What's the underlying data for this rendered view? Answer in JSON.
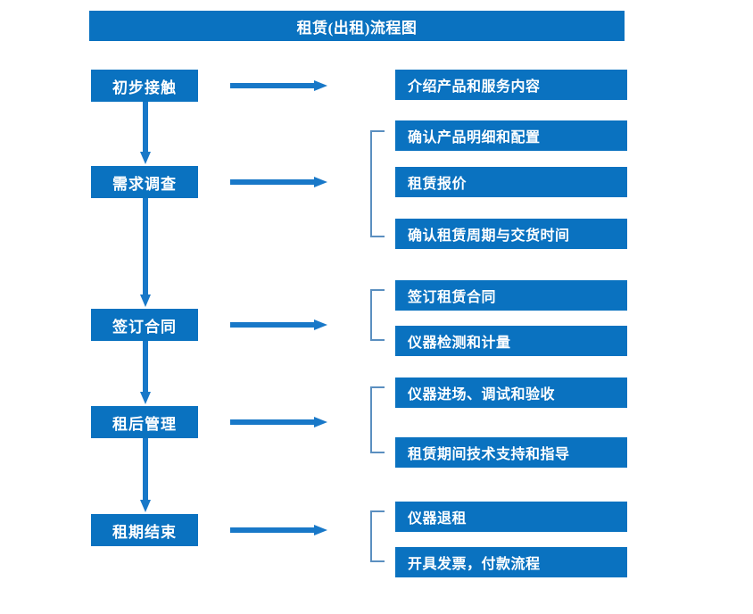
{
  "title": "租赁(出租)流程图",
  "colors": {
    "box_fill": "#0a72c0",
    "box_text": "#ffffff",
    "arrow": "#1878c8",
    "bracket": "#5b8fc0",
    "background": "#ffffff"
  },
  "stages": [
    {
      "label": "初步接触"
    },
    {
      "label": "需求调查"
    },
    {
      "label": "签订合同"
    },
    {
      "label": "租后管理"
    },
    {
      "label": "租期结束"
    }
  ],
  "details": [
    {
      "label": "介绍产品和服务内容"
    },
    {
      "label": "确认产品明细和配置"
    },
    {
      "label": "租赁报价"
    },
    {
      "label": "确认租赁周期与交货时间"
    },
    {
      "label": "签订租赁合同"
    },
    {
      "label": "仪器检测和计量"
    },
    {
      "label": "仪器进场、调试和验收"
    },
    {
      "label": "租赁期间技术支持和指导"
    },
    {
      "label": "仪器退租"
    },
    {
      "label": "开具发票，付款流程"
    }
  ],
  "groups": [
    {
      "stage": "需求调查",
      "details": [
        "确认产品明细和配置",
        "租赁报价",
        "确认租赁周期与交货时间"
      ]
    },
    {
      "stage": "签订合同",
      "details": [
        "签订租赁合同",
        "仪器检测和计量"
      ]
    },
    {
      "stage": "租后管理",
      "details": [
        "仪器进场、调试和验收",
        "租赁期间技术支持和指导"
      ]
    },
    {
      "stage": "租期结束",
      "details": [
        "仪器退租",
        "开具发票，付款流程"
      ]
    }
  ]
}
